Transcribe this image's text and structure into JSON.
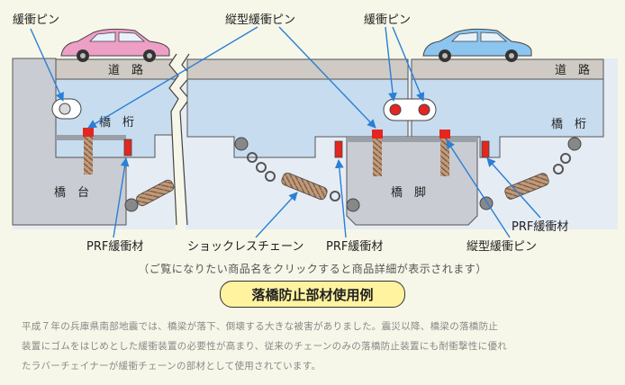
{
  "labels": {
    "pin_left": "緩衝ピン",
    "pin_vertical_top": "縦型緩衝ピン",
    "pin_right": "緩衝ピン",
    "road_left": "道　路",
    "road_right": "道　路",
    "girder_left": "橋　桁",
    "girder_right": "橋　桁",
    "abutment": "橋　台",
    "pier": "橋　脚",
    "prf_left": "PRF緩衝材",
    "shockless_chain": "ショックレスチェーン",
    "prf_center": "PRF緩衝材",
    "pin_vertical_bottom": "縦型緩衝ピン",
    "prf_right": "PRF緩衝材"
  },
  "note": "（ご覧になりたい商品名をクリックすると商品詳細が表示されます）",
  "title": "落橋防止部材使用例",
  "description_lines": [
    "平成７年の兵庫県南部地震では、橋梁が落下、倒壊する大きな被害がありました。震災以降、橋梁の落橋防止",
    "装置にゴムをはじめとした緩衝装置の必要性が高まり、従来のチェーンのみの落橋防止装置にも耐衝撃性に優れ",
    "たラバーチェイナーが緩衝チェーンの部材として使用されています。"
  ],
  "colors": {
    "background": "#f6f7e8",
    "girder": "#c7dcef",
    "road": "#cfcac3",
    "pier": "#c9ccd2",
    "buffer_red": "#e32620",
    "arrow_blue": "#2a7fd6",
    "car_pink": "#ee9fc6",
    "car_blue": "#8cc5f0"
  }
}
